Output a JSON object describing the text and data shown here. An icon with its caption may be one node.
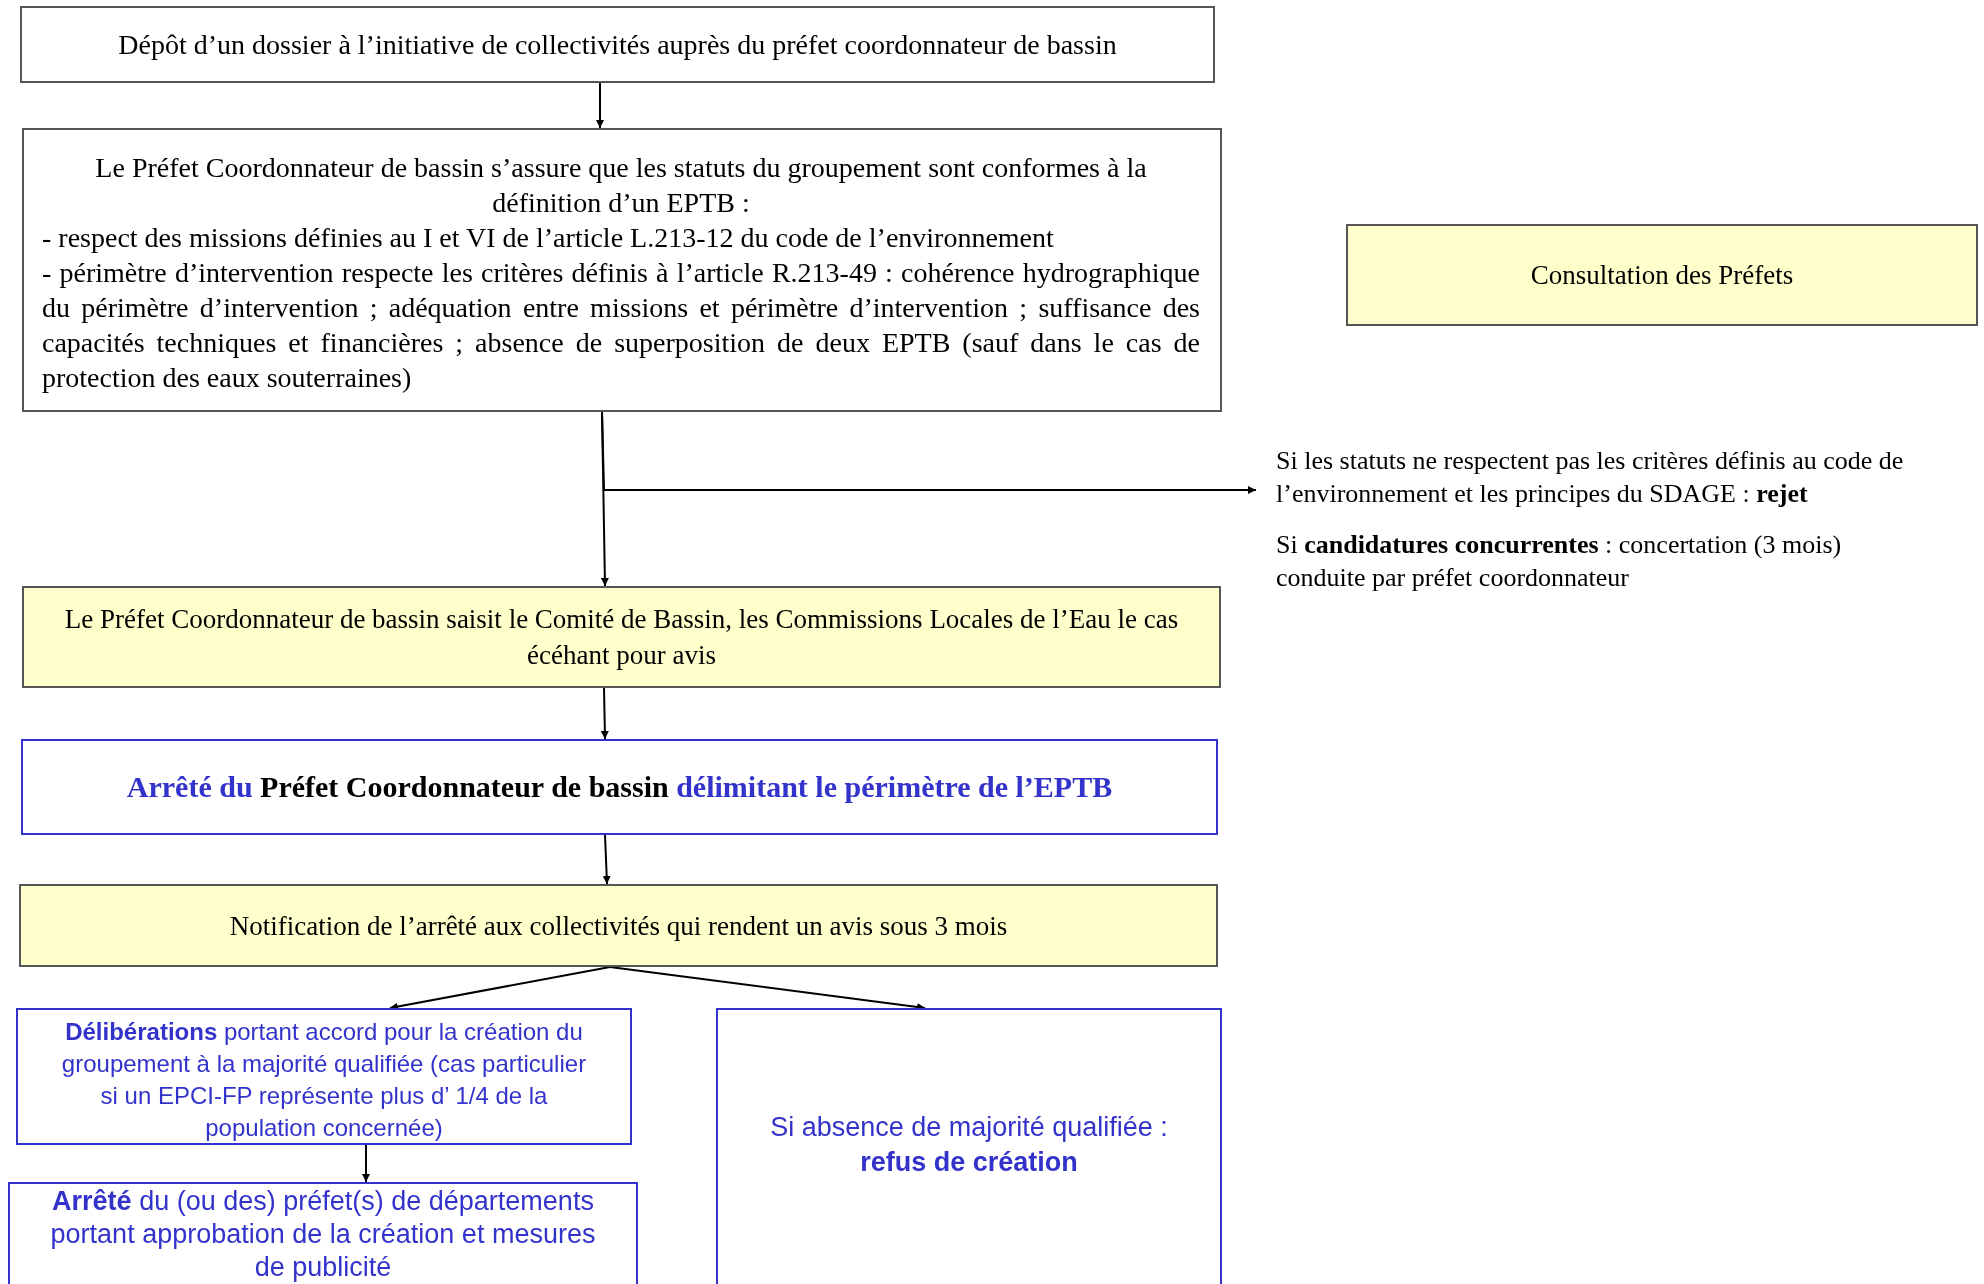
{
  "diagram": {
    "nodes": [
      {
        "text": [
          "Dépôt d’un dossier à l’initiative de collectivités auprès du préfet coordonnateur de bassin"
        ]
      },
      {
        "text": [
          "Le Préfet Coordonnateur de bassin s’assure que les statuts du groupement sont conformes à la définition d’un EPTB :",
          "-   respect des missions définies au I et VI de l’article L.213-12 du code de l’environnement",
          "- périmètre d’intervention respecte les critères définis à l’article R.213-49 : cohérence hydrographique du périmètre d’intervention ; adéquation entre missions et périmètre d’intervention ; suffisance des capacités techniques et financières ; absence de superposition de deux EPTB (sauf dans le cas de protection des eaux souterraines)"
        ]
      },
      {
        "text": [
          "Consultation des Préfets"
        ]
      },
      {
        "text": [
          "Si les statuts ne respectent pas les critères définis au code de l’environnement et les principes du SDAGE : **rejet**"
        ]
      },
      {
        "text": [
          "Le Préfet Coordonnateur de bassin saisit le Comité de Bassin, les Commissions Locales de l’Eau le cas écéhant pour avis"
        ]
      },
      {
        "text": [
          "Arrêté du **Préfet Coordonnateur de bassin** délimitant le périmètre de l’EPTB"
        ]
      },
      {
        "text": [
          "Notification de l’arrêté aux collectivités qui rendent un avis sous 3 mois"
        ]
      },
      {
        "text": [
          "**Délibérations** portant accord pour la création du groupement à la majorité qualifiée (cas particulier si un EPCI-FP représente plus d’ 1/4 de la population concernée)"
        ]
      },
      {
        "text": [
          "Si absence de majorité qualifiée : **refus de création**"
        ]
      },
      {
        "text": [
          "**Arrêté** du (ou des) préfet(s) de départements portant approbation de la création et mesures de publicité"
        ]
      }
    ],
    "edges": [
      {
        "from": 0,
        "to": 1,
        "arrow": "to"
      },
      {
        "from": 1,
        "to": 4,
        "arrow": "to"
      },
      {
        "from": 1,
        "to": 3,
        "arrow": "to"
      },
      {
        "from": 4,
        "to": 5,
        "arrow": "to"
      },
      {
        "from": 5,
        "to": 6,
        "arrow": "to"
      },
      {
        "from": 6,
        "to": 7,
        "arrow": "to"
      },
      {
        "from": 6,
        "to": 8,
        "arrow": "to"
      },
      {
        "from": 7,
        "to": 9,
        "arrow": "to"
      }
    ],
    "labels": [
      "Si **candidatures concurrentes** : concertation (3 mois) conduite par préfet coordonnateur"
    ]
  }
}
